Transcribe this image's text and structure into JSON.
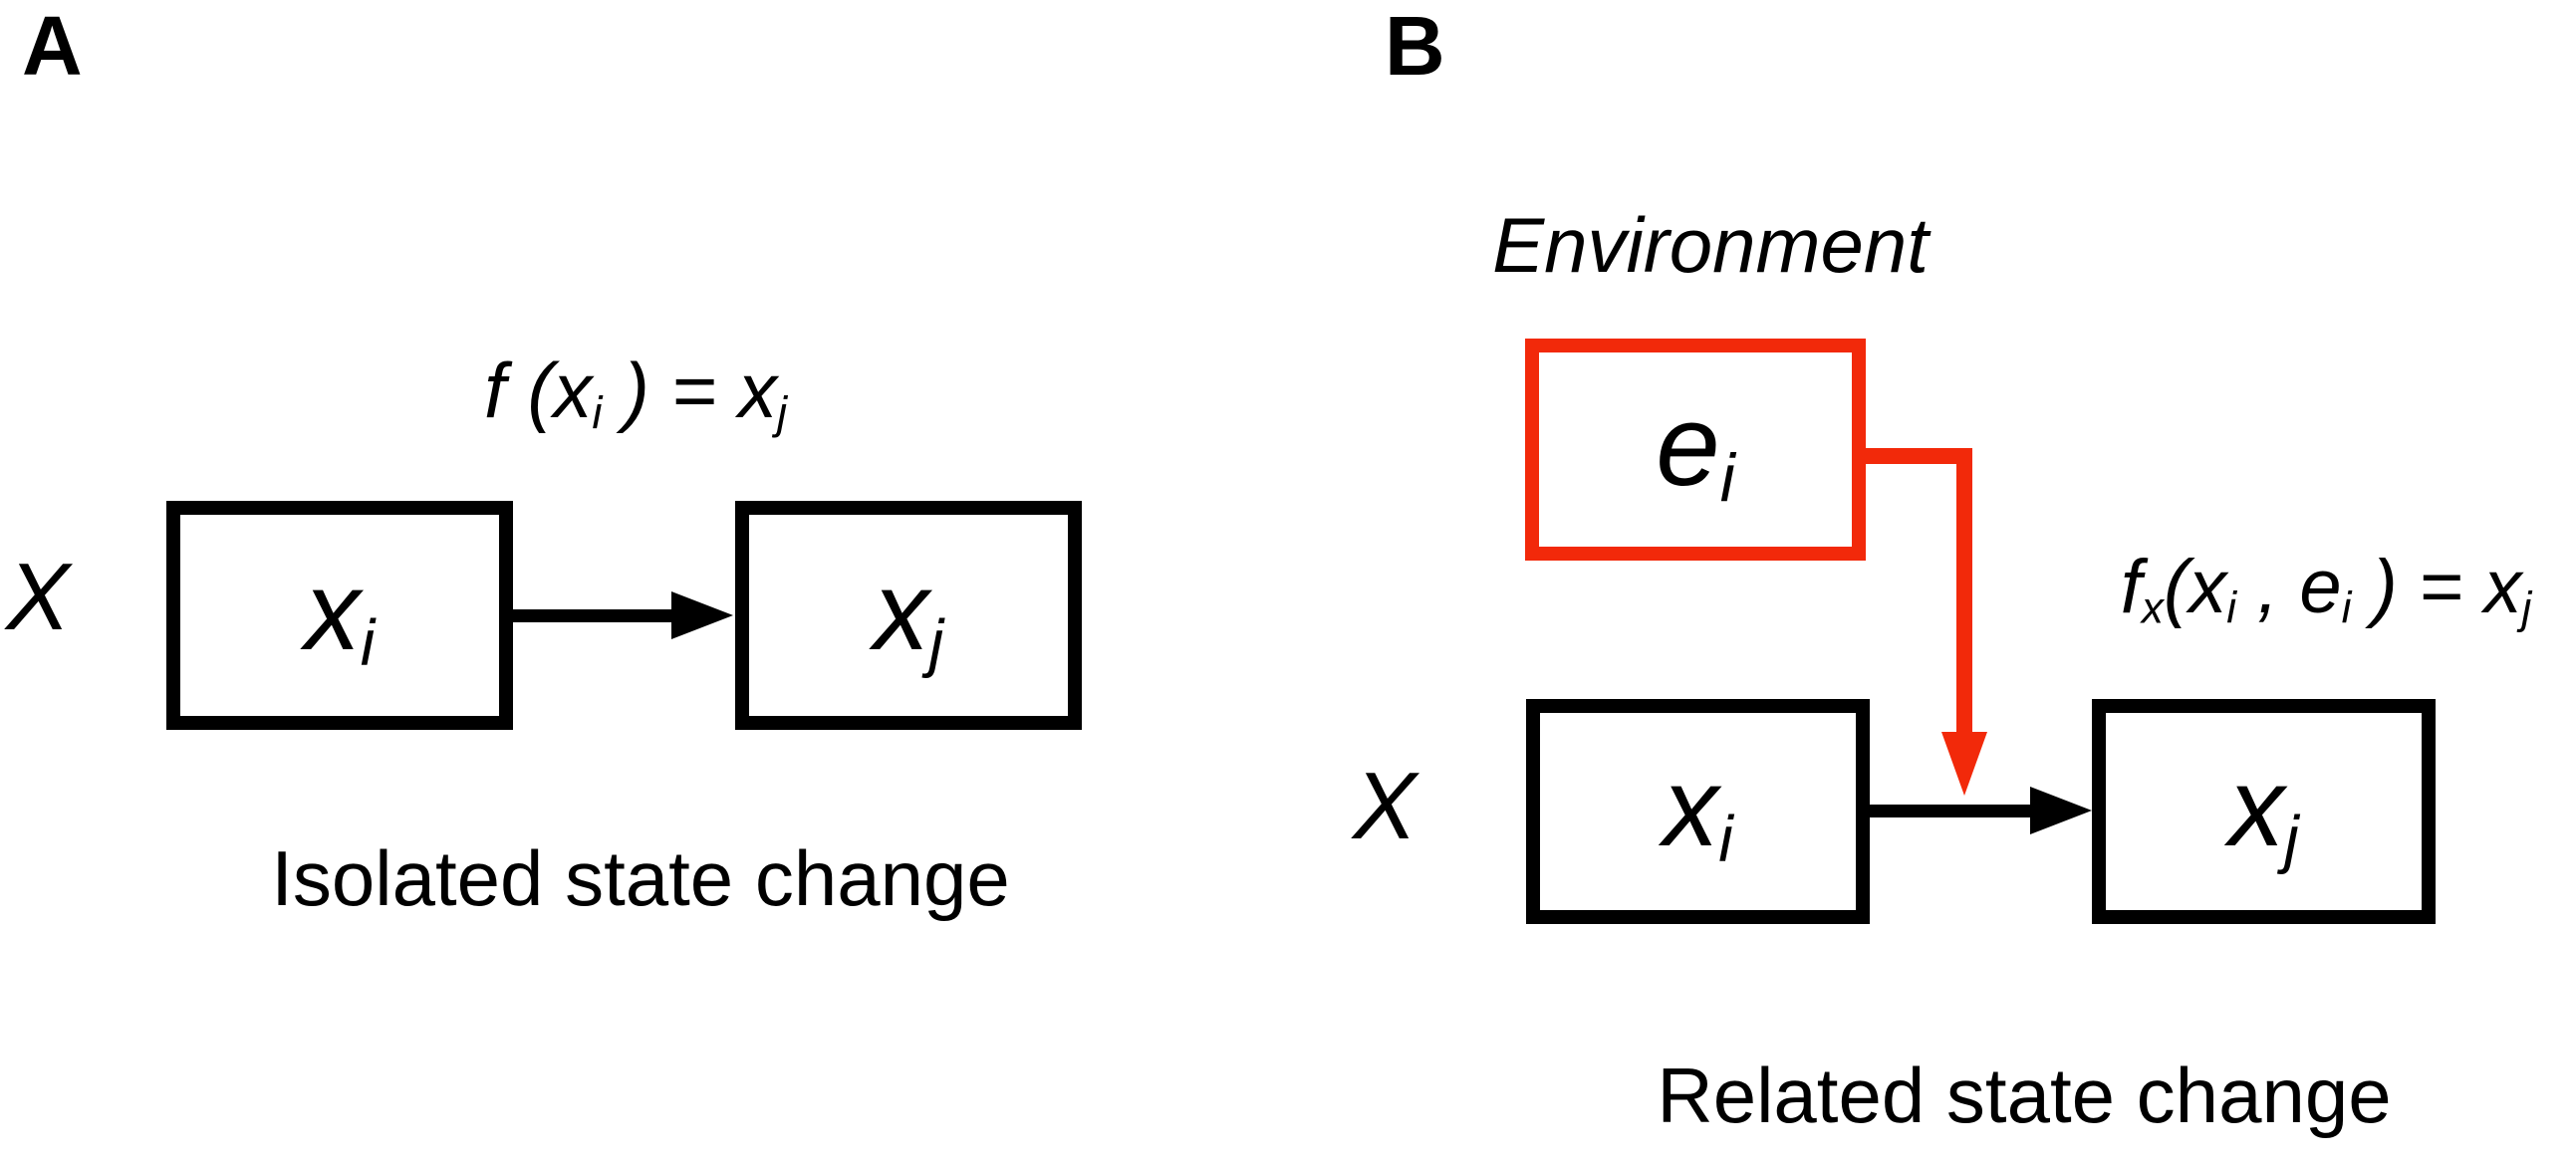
{
  "colors": {
    "red": "#F2290A",
    "black": "#000000",
    "background": "#FFFFFF"
  },
  "panel_a": {
    "label": "A",
    "formula": [
      {
        "text": "f ("
      },
      {
        "text": "x"
      },
      {
        "text": "i",
        "sub": true
      },
      {
        "text": " ) = "
      },
      {
        "text": "x"
      },
      {
        "text": "j",
        "sub": true
      }
    ],
    "set_label": "X",
    "box_xi": [
      {
        "text": "x"
      },
      {
        "text": "i",
        "sub": true
      }
    ],
    "box_xj": [
      {
        "text": "x"
      },
      {
        "text": "j",
        "sub": true
      }
    ],
    "caption": "Isolated state change"
  },
  "panel_b": {
    "label": "B",
    "environment_label": "Environment",
    "env_box": [
      {
        "text": "e"
      },
      {
        "text": "i",
        "sub": true
      }
    ],
    "formula": [
      {
        "text": "f"
      },
      {
        "text": "x",
        "sub": true
      },
      {
        "text": "("
      },
      {
        "text": "x"
      },
      {
        "text": "i",
        "sub": true
      },
      {
        "text": " , "
      },
      {
        "text": "e"
      },
      {
        "text": "i",
        "sub": true
      },
      {
        "text": " ) = "
      },
      {
        "text": "x"
      },
      {
        "text": "j",
        "sub": true
      }
    ],
    "set_label": "X",
    "box_xi": [
      {
        "text": "x"
      },
      {
        "text": "i",
        "sub": true
      }
    ],
    "box_xj": [
      {
        "text": "x"
      },
      {
        "text": "j",
        "sub": true
      }
    ],
    "caption": "Related state change"
  }
}
